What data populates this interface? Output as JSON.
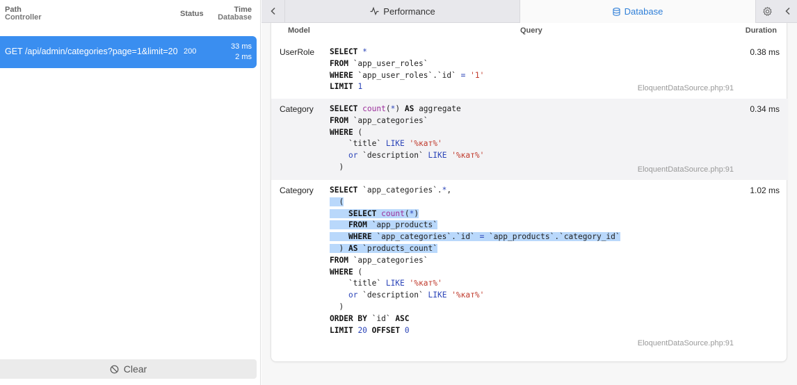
{
  "left_panel": {
    "header": {
      "path": "Path",
      "controller": "Controller",
      "status": "Status",
      "time": "Time",
      "database": "Database"
    },
    "requests": [
      {
        "path": "GET /api/admin/categories?page=1&limit=20",
        "status": "200",
        "time": "33 ms",
        "db_time": "2 ms"
      }
    ],
    "clear_label": "Clear"
  },
  "tabs": {
    "performance": "Performance",
    "database": "Database"
  },
  "table": {
    "headers": {
      "model": "Model",
      "query": "Query",
      "duration": "Duration"
    },
    "rows": [
      {
        "model": "UserRole",
        "duration": "0.38 ms",
        "source": "EloquentDataSource.php:91"
      },
      {
        "model": "Category",
        "duration": "0.34 ms",
        "source": "EloquentDataSource.php:91"
      },
      {
        "model": "Category",
        "duration": "1.02 ms",
        "source": "EloquentDataSource.php:91"
      }
    ]
  },
  "colors": {
    "selected_row": "#3a8ef0",
    "active_tab": "#2f7fd8",
    "highlight": "#b9d8fb"
  }
}
